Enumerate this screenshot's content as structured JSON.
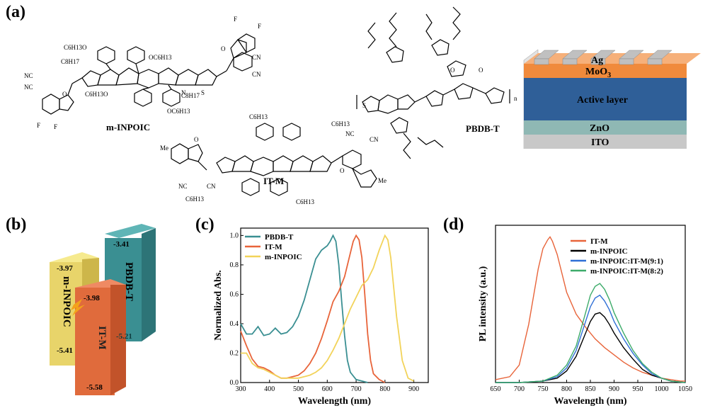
{
  "panels": {
    "a": "(a)",
    "b": "(b)",
    "c": "(c)",
    "d": "(d)"
  },
  "molecules": {
    "m_inpoic": "m-INPOIC",
    "it_m": "IT-M",
    "pbdb_t": "PBDB-T",
    "n": "n",
    "atoms": {
      "F": "F",
      "O": "O",
      "S": "S",
      "N": "N",
      "CN": "CN",
      "NC": "NC",
      "Me": "Me",
      "OC6H13_a": "C6H13O",
      "OC6H13_b": "OC6H13",
      "C8H17": "C8H17",
      "C6H13": "C6H13"
    }
  },
  "device": {
    "layers": [
      {
        "name": "Ag",
        "color": "#c0c0c0"
      },
      {
        "name": "MoO3",
        "color": "#f08a3c"
      },
      {
        "name": "Active layer",
        "color": "#2f5f98"
      },
      {
        "name": "ZnO",
        "color": "#8fb8b4"
      },
      {
        "name": "ITO",
        "color": "#c8c8c8"
      }
    ]
  },
  "energy": {
    "items": [
      {
        "name": "m-INPOIC",
        "lumo": "-3.97",
        "homo": "-5.41",
        "color": "#e8d46a"
      },
      {
        "name": "IT-M",
        "lumo": "-3.98",
        "homo": "-5.58",
        "color": "#e06b3c"
      },
      {
        "name": "PBDB-T",
        "lumo": "-3.41",
        "homo": "-5.21",
        "color": "#3a8f92"
      }
    ]
  },
  "chart_data": [
    {
      "type": "line",
      "xlabel": "Wavelength (nm)",
      "ylabel": "Normalized Abs.",
      "xlim": [
        300,
        950
      ],
      "ylim": [
        0,
        1.05
      ],
      "xticks": [
        300,
        400,
        500,
        600,
        700,
        800,
        900
      ],
      "yticks": [
        0.0,
        0.2,
        0.4,
        0.6,
        0.8,
        1.0
      ],
      "legend_position": "top-left",
      "series": [
        {
          "name": "PBDB-T",
          "color": "#3a8f92",
          "x": [
            300,
            320,
            340,
            360,
            380,
            400,
            420,
            440,
            460,
            480,
            500,
            520,
            540,
            560,
            580,
            600,
            610,
            620,
            630,
            640,
            650,
            660,
            670,
            680,
            700,
            720,
            740
          ],
          "y": [
            0.4,
            0.33,
            0.33,
            0.38,
            0.32,
            0.33,
            0.37,
            0.33,
            0.34,
            0.38,
            0.45,
            0.56,
            0.7,
            0.84,
            0.9,
            0.93,
            0.96,
            1.0,
            0.96,
            0.8,
            0.55,
            0.32,
            0.15,
            0.07,
            0.02,
            0.01,
            0.0
          ]
        },
        {
          "name": "IT-M",
          "color": "#e8643a",
          "x": [
            300,
            320,
            340,
            360,
            380,
            400,
            420,
            440,
            460,
            480,
            500,
            520,
            540,
            560,
            580,
            600,
            620,
            640,
            660,
            680,
            690,
            700,
            710,
            720,
            730,
            740,
            750,
            760,
            780,
            800
          ],
          "y": [
            0.35,
            0.25,
            0.16,
            0.11,
            0.1,
            0.08,
            0.05,
            0.03,
            0.03,
            0.04,
            0.05,
            0.08,
            0.13,
            0.2,
            0.3,
            0.42,
            0.55,
            0.62,
            0.72,
            0.88,
            0.96,
            1.0,
            0.97,
            0.85,
            0.6,
            0.33,
            0.15,
            0.06,
            0.02,
            0.0
          ]
        },
        {
          "name": "m-INPOIC",
          "color": "#f2d35a",
          "x": [
            300,
            320,
            340,
            360,
            380,
            400,
            420,
            440,
            460,
            480,
            500,
            520,
            540,
            560,
            580,
            600,
            620,
            640,
            660,
            680,
            700,
            720,
            740,
            760,
            780,
            800,
            810,
            820,
            840,
            860,
            880,
            900
          ],
          "y": [
            0.2,
            0.2,
            0.13,
            0.1,
            0.09,
            0.07,
            0.05,
            0.03,
            0.03,
            0.03,
            0.03,
            0.04,
            0.05,
            0.07,
            0.1,
            0.15,
            0.22,
            0.3,
            0.4,
            0.5,
            0.58,
            0.66,
            0.7,
            0.78,
            0.9,
            1.0,
            0.97,
            0.85,
            0.45,
            0.15,
            0.03,
            0.01
          ]
        }
      ]
    },
    {
      "type": "line",
      "xlabel": "Wavelength (nm)",
      "ylabel": "PL intensity (a.u.)",
      "xlim": [
        650,
        1050
      ],
      "ylim": [
        0,
        1.08
      ],
      "xticks": [
        650,
        700,
        750,
        800,
        850,
        900,
        950,
        1000,
        1050
      ],
      "legend_position": "top-right",
      "series": [
        {
          "name": "IT-M",
          "color": "#e8643a",
          "x": [
            650,
            680,
            700,
            720,
            740,
            750,
            760,
            765,
            770,
            780,
            790,
            800,
            820,
            840,
            860,
            880,
            900,
            920,
            940,
            960,
            980,
            1000,
            1020,
            1040,
            1050
          ],
          "y": [
            0.02,
            0.04,
            0.12,
            0.4,
            0.78,
            0.92,
            0.98,
            1.0,
            0.97,
            0.88,
            0.75,
            0.62,
            0.47,
            0.38,
            0.3,
            0.24,
            0.19,
            0.14,
            0.1,
            0.07,
            0.05,
            0.03,
            0.02,
            0.01,
            0.01
          ]
        },
        {
          "name": "m-INPOIC",
          "color": "#000000",
          "x": [
            650,
            700,
            750,
            780,
            800,
            820,
            840,
            850,
            860,
            870,
            880,
            890,
            900,
            920,
            940,
            960,
            980,
            1000,
            1020,
            1050
          ],
          "y": [
            0.0,
            0.0,
            0.01,
            0.03,
            0.08,
            0.18,
            0.34,
            0.42,
            0.47,
            0.48,
            0.45,
            0.4,
            0.34,
            0.24,
            0.16,
            0.09,
            0.05,
            0.03,
            0.01,
            0.0
          ]
        },
        {
          "name": "m-INPOIC:IT-M(9:1)",
          "color": "#2f6fd6",
          "x": [
            650,
            700,
            750,
            780,
            800,
            820,
            840,
            850,
            860,
            870,
            880,
            890,
            900,
            920,
            940,
            960,
            980,
            1000,
            1020,
            1050
          ],
          "y": [
            0.0,
            0.0,
            0.01,
            0.04,
            0.1,
            0.22,
            0.42,
            0.52,
            0.58,
            0.6,
            0.56,
            0.5,
            0.42,
            0.3,
            0.2,
            0.12,
            0.06,
            0.03,
            0.01,
            0.0
          ]
        },
        {
          "name": "m-INPOIC:IT-M(8:2)",
          "color": "#3dab6a",
          "x": [
            650,
            700,
            750,
            780,
            800,
            820,
            840,
            850,
            860,
            870,
            880,
            890,
            900,
            920,
            940,
            960,
            980,
            1000,
            1020,
            1050
          ],
          "y": [
            0.0,
            0.0,
            0.01,
            0.05,
            0.12,
            0.25,
            0.48,
            0.6,
            0.66,
            0.68,
            0.64,
            0.57,
            0.48,
            0.34,
            0.22,
            0.13,
            0.07,
            0.03,
            0.01,
            0.0
          ]
        }
      ]
    }
  ]
}
